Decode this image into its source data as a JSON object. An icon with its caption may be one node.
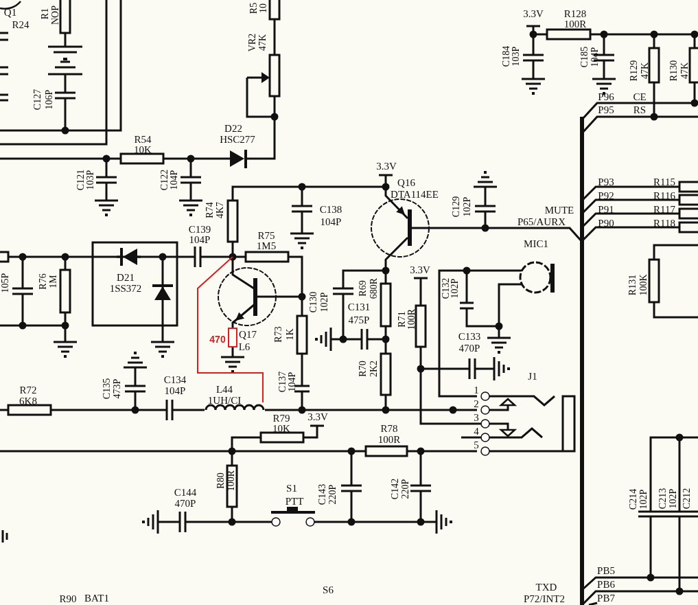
{
  "diagram": {
    "labels": [
      "Q1",
      "R24",
      "R1",
      "NOP",
      "R5",
      "10",
      "3.3V",
      "R128",
      "100R",
      "VR2",
      "47K",
      "C184",
      "103P",
      "C185",
      "104P",
      "R129",
      "47K",
      "R130",
      "47K",
      "C127",
      "106P",
      "P96",
      "CE",
      "P95",
      "RS",
      "D22",
      "R54",
      "HSC277",
      "10K",
      "3.3V",
      "C121",
      "103P",
      "C122",
      "104P",
      "Q16",
      "DTA114EE",
      "P93",
      "R115",
      "P92",
      "R116",
      "R74",
      "4K7",
      "C138",
      "104P",
      "C129",
      "102P",
      "MUTE",
      "P91",
      "R117",
      "P65/AURX",
      "P90",
      "R118",
      "C139",
      "104P",
      "R75",
      "1M5",
      "MIC1",
      "3.3V",
      "105P",
      "R76",
      "1M",
      "D21",
      "1SS372",
      "C130",
      "102P",
      "R69",
      "680R",
      "C132",
      "102P",
      "R131",
      "100K",
      "C131",
      "475P",
      "R71",
      "100R",
      "470",
      "Q17",
      "L6",
      "R73",
      "1K",
      "C133",
      "470P",
      "R70",
      "2K2",
      "J1",
      "C134",
      "104P",
      "C135",
      "473P",
      "L44",
      "1UH/CI",
      "C137",
      "104P",
      "R72",
      "6K8",
      "1",
      "2",
      "3",
      "4",
      "5",
      "R79",
      "3.3V",
      "10K",
      "R78",
      "100R",
      "R80",
      "100R",
      "S1",
      "PTT",
      "C144",
      "470P",
      "C143",
      "220P",
      "C142",
      "220P",
      "C214",
      "102P",
      "C213",
      "102P",
      "C212",
      "PB5",
      "TXD",
      "PB6",
      "S6",
      "R90",
      "BAT1",
      "P72/INT2",
      "PB7"
    ]
  }
}
